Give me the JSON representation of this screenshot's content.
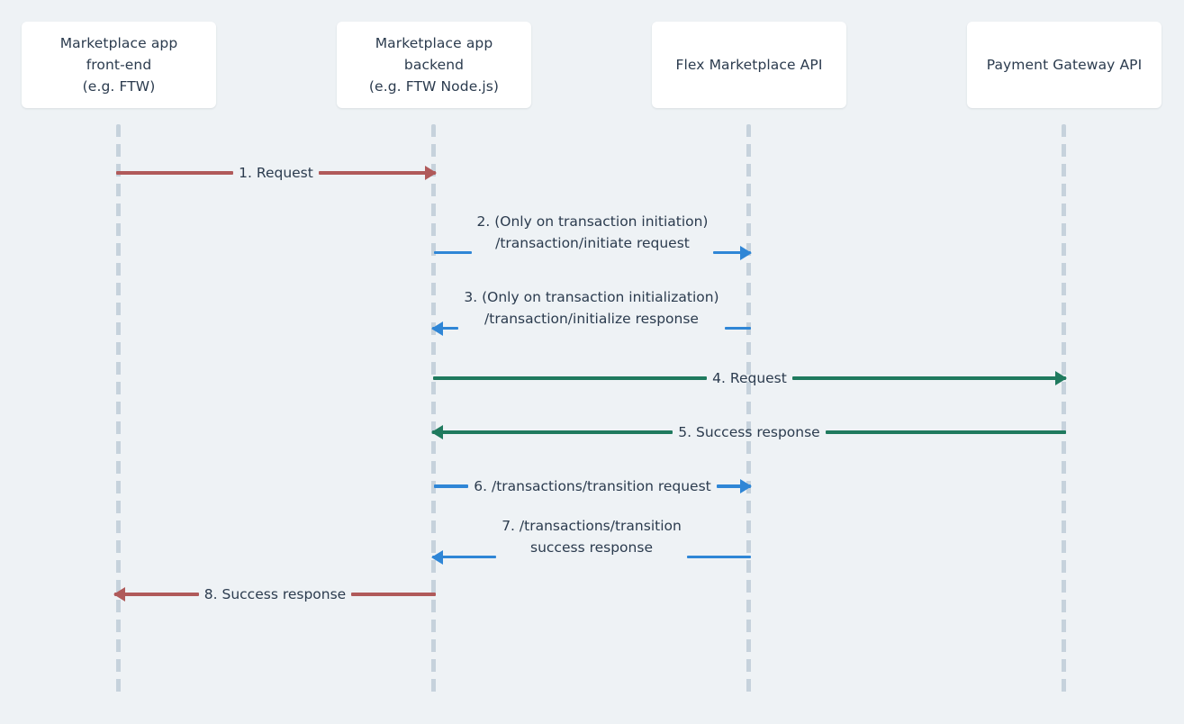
{
  "diagram": {
    "type": "sequence-diagram",
    "background_color": "#eef2f5",
    "text_color": "#2b3b4e",
    "lifeline_color": "#c6d2dc",
    "participants": [
      {
        "id": "frontend",
        "label": "Marketplace app\nfront-end\n(e.g. FTW)"
      },
      {
        "id": "backend",
        "label": "Marketplace app\nbackend\n(e.g. FTW Node.js)"
      },
      {
        "id": "flexapi",
        "label": "Flex Marketplace API"
      },
      {
        "id": "gateway",
        "label": "Payment Gateway API"
      }
    ],
    "colors": {
      "red": "#b05a5a",
      "blue": "#2f86d6",
      "green": "#1f7a5e"
    },
    "messages": [
      {
        "n": "1",
        "label": "1. Request",
        "color": "#b05a5a"
      },
      {
        "n": "2",
        "label": "2. (Only on transaction initiation)\n/transaction/initiate request",
        "color": "#2f86d6"
      },
      {
        "n": "3",
        "label": "3. (Only on transaction initialization)\n/transaction/initialize response",
        "color": "#2f86d6"
      },
      {
        "n": "4",
        "label": "4. Request",
        "color": "#1f7a5e"
      },
      {
        "n": "5",
        "label": "5. Success response",
        "color": "#1f7a5e"
      },
      {
        "n": "6",
        "label": "6. /transactions/transition request",
        "color": "#2f86d6"
      },
      {
        "n": "7",
        "label": "7. /transactions/transition\nsuccess response",
        "color": "#2f86d6"
      },
      {
        "n": "8",
        "label": "8. Success response",
        "color": "#b05a5a"
      }
    ]
  }
}
